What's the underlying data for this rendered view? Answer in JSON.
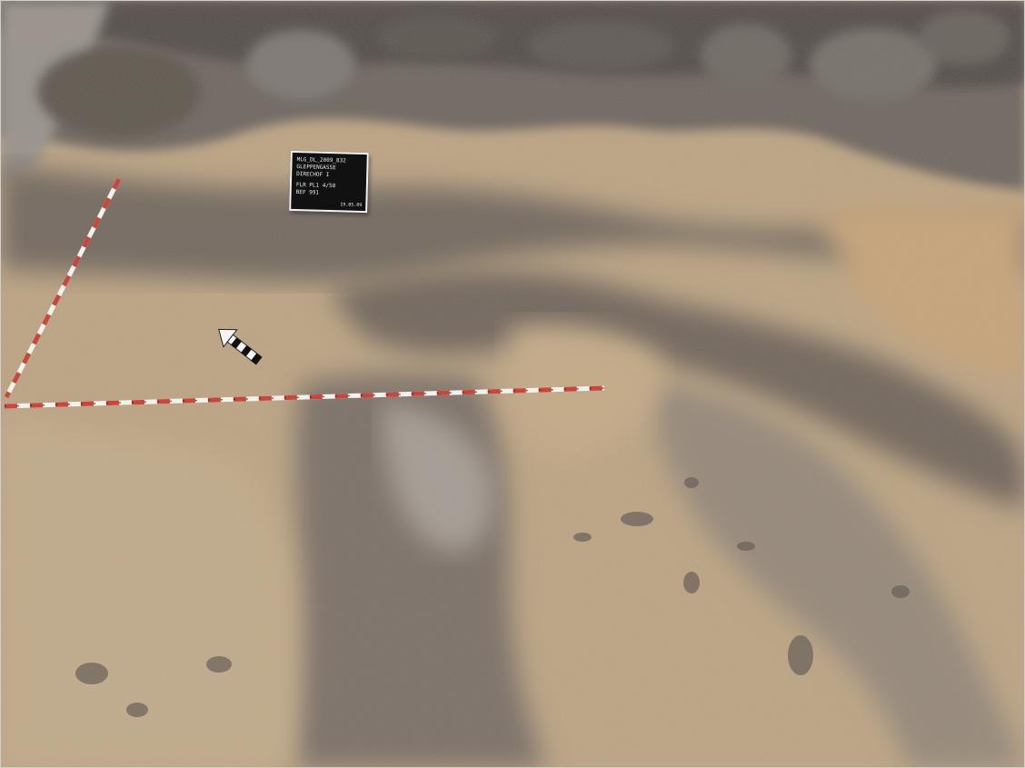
{
  "scene": {
    "description_colors": {
      "sand": "#c9ae8a",
      "dark_soil": "#6f655d",
      "grey_soil": "#8a8178",
      "rubble": "#5e5a56",
      "scale_red": "#c8473d",
      "scale_white": "#f4f1ec"
    }
  },
  "photo_board": {
    "lines": [
      "MLG_DL_2009_832",
      "GLEPPENGASSE",
      "DIRECHOF I"
    ],
    "fields": [
      "FLR   PL1   4/50",
      "BEF  991"
    ],
    "date": "19.05.09"
  },
  "north_arrow": {
    "icon": "north-arrow-icon"
  }
}
